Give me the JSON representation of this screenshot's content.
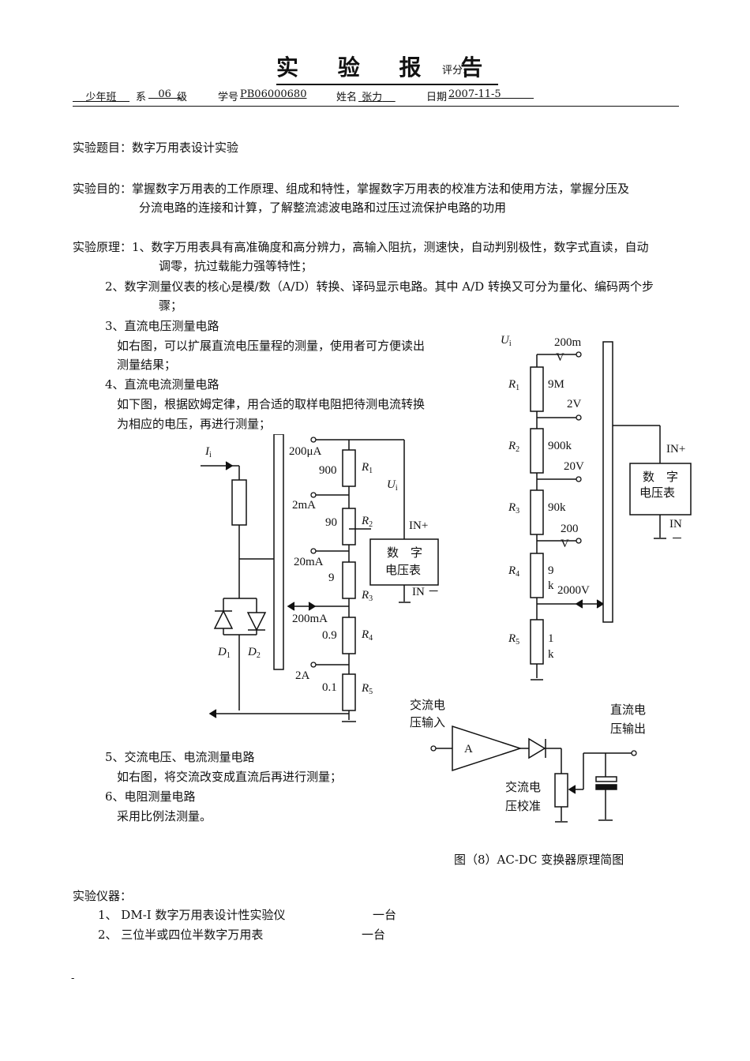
{
  "header": {
    "title": "实 验 报 告",
    "score_label": "评分:",
    "class_field": "少年班",
    "dept_label": "系",
    "dept_value": "06",
    "grade_label": "级",
    "id_label": "学号",
    "id_value": "PB06000680",
    "name_label": "姓名",
    "name_value": "张力",
    "date_label": "日期",
    "date_value": "2007-11-5"
  },
  "topic": "实验题目：数字万用表设计实验",
  "purpose": {
    "line1": "实验目的：掌握数字万用表的工作原理、组成和特性，掌握数字万用表的校准方法和使用方法，掌握分压及",
    "line2": "分流电路的连接和计算，了解整流滤波电路和过压过流保护电路的功用"
  },
  "principle": {
    "p1_line1": "实验原理：1、数字万用表具有高准确度和高分辨力，高输入阻抗，测速快，自动判别极性，数字式直读，自动",
    "p1_line2": "调零，抗过载能力强等特性；",
    "p2_line1": "2、数字测量仪表的核心是模/数（A/D）转换、译码显示电路。其中 A/D 转换又可分为量化、编码两个步",
    "p2_line2": "骤；",
    "p3_title": "3、直流电压测量电路",
    "p3_line1": "如右图，可以扩展直流电压量程的测量，使用者可方便读出",
    "p3_line2": "测量结果；",
    "p4_title": "4、直流电流测量电路",
    "p4_line1": "如下图，根据欧姆定律，用合适的取样电阻把待测电流转换",
    "p4_line2": "为相应的电压，再进行测量；",
    "p5_title": "5、交流电压、电流测量电路",
    "p5_line1": "如右图，将交流改变成直流后再进行测量；",
    "p6_title": "6、电阻测量电路",
    "p6_line1": "采用比例法测量。"
  },
  "fig_current": {
    "input": "I",
    "input_sub": "i",
    "d1": "D",
    "d1_sub": "1",
    "d2": "D",
    "d2_sub": "2",
    "ranges": [
      "200μA",
      "2mA",
      "20mA",
      "200mA",
      "2A"
    ],
    "values": [
      "900",
      "90",
      "9",
      "0.9",
      "0.1"
    ],
    "r": "R",
    "r_subs": [
      "1",
      "2",
      "3",
      "4",
      "5"
    ],
    "ui": "U",
    "ui_sub": "i",
    "in_plus": "IN+",
    "in_minus": "IN －",
    "meter_line1": "数　字",
    "meter_line2": "电压表"
  },
  "fig_voltage": {
    "ui": "U",
    "ui_sub": "i",
    "ranges": [
      "200m",
      "V",
      "2V",
      "20V",
      "200",
      "V",
      "2000V"
    ],
    "values": [
      "9M",
      "900k",
      "90k",
      "9",
      "k",
      "1",
      "k"
    ],
    "r": "R",
    "r_subs": [
      "1",
      "2",
      "3",
      "4",
      "5"
    ],
    "in_plus": "IN+",
    "in_minus_1": "IN",
    "in_minus_2": "－",
    "meter_line1": "数　字",
    "meter_line2": "电压表"
  },
  "fig_acdc": {
    "in_line1": "交流电",
    "in_line2": "压输入",
    "amp": "A",
    "out_line1": "直流电",
    "out_line2": "压输出",
    "cal_line1": "交流电",
    "cal_line2": "压校准",
    "caption": "图（8）AC-DC 变换器原理简图"
  },
  "instruments": {
    "title": "实验仪器：",
    "items": [
      {
        "label": "1、 DM-I 数字万用表设计性实验仪",
        "qty": "一台"
      },
      {
        "label": "2、 三位半或四位半数字万用表",
        "qty": "一台"
      }
    ]
  },
  "footer_mark": "-"
}
